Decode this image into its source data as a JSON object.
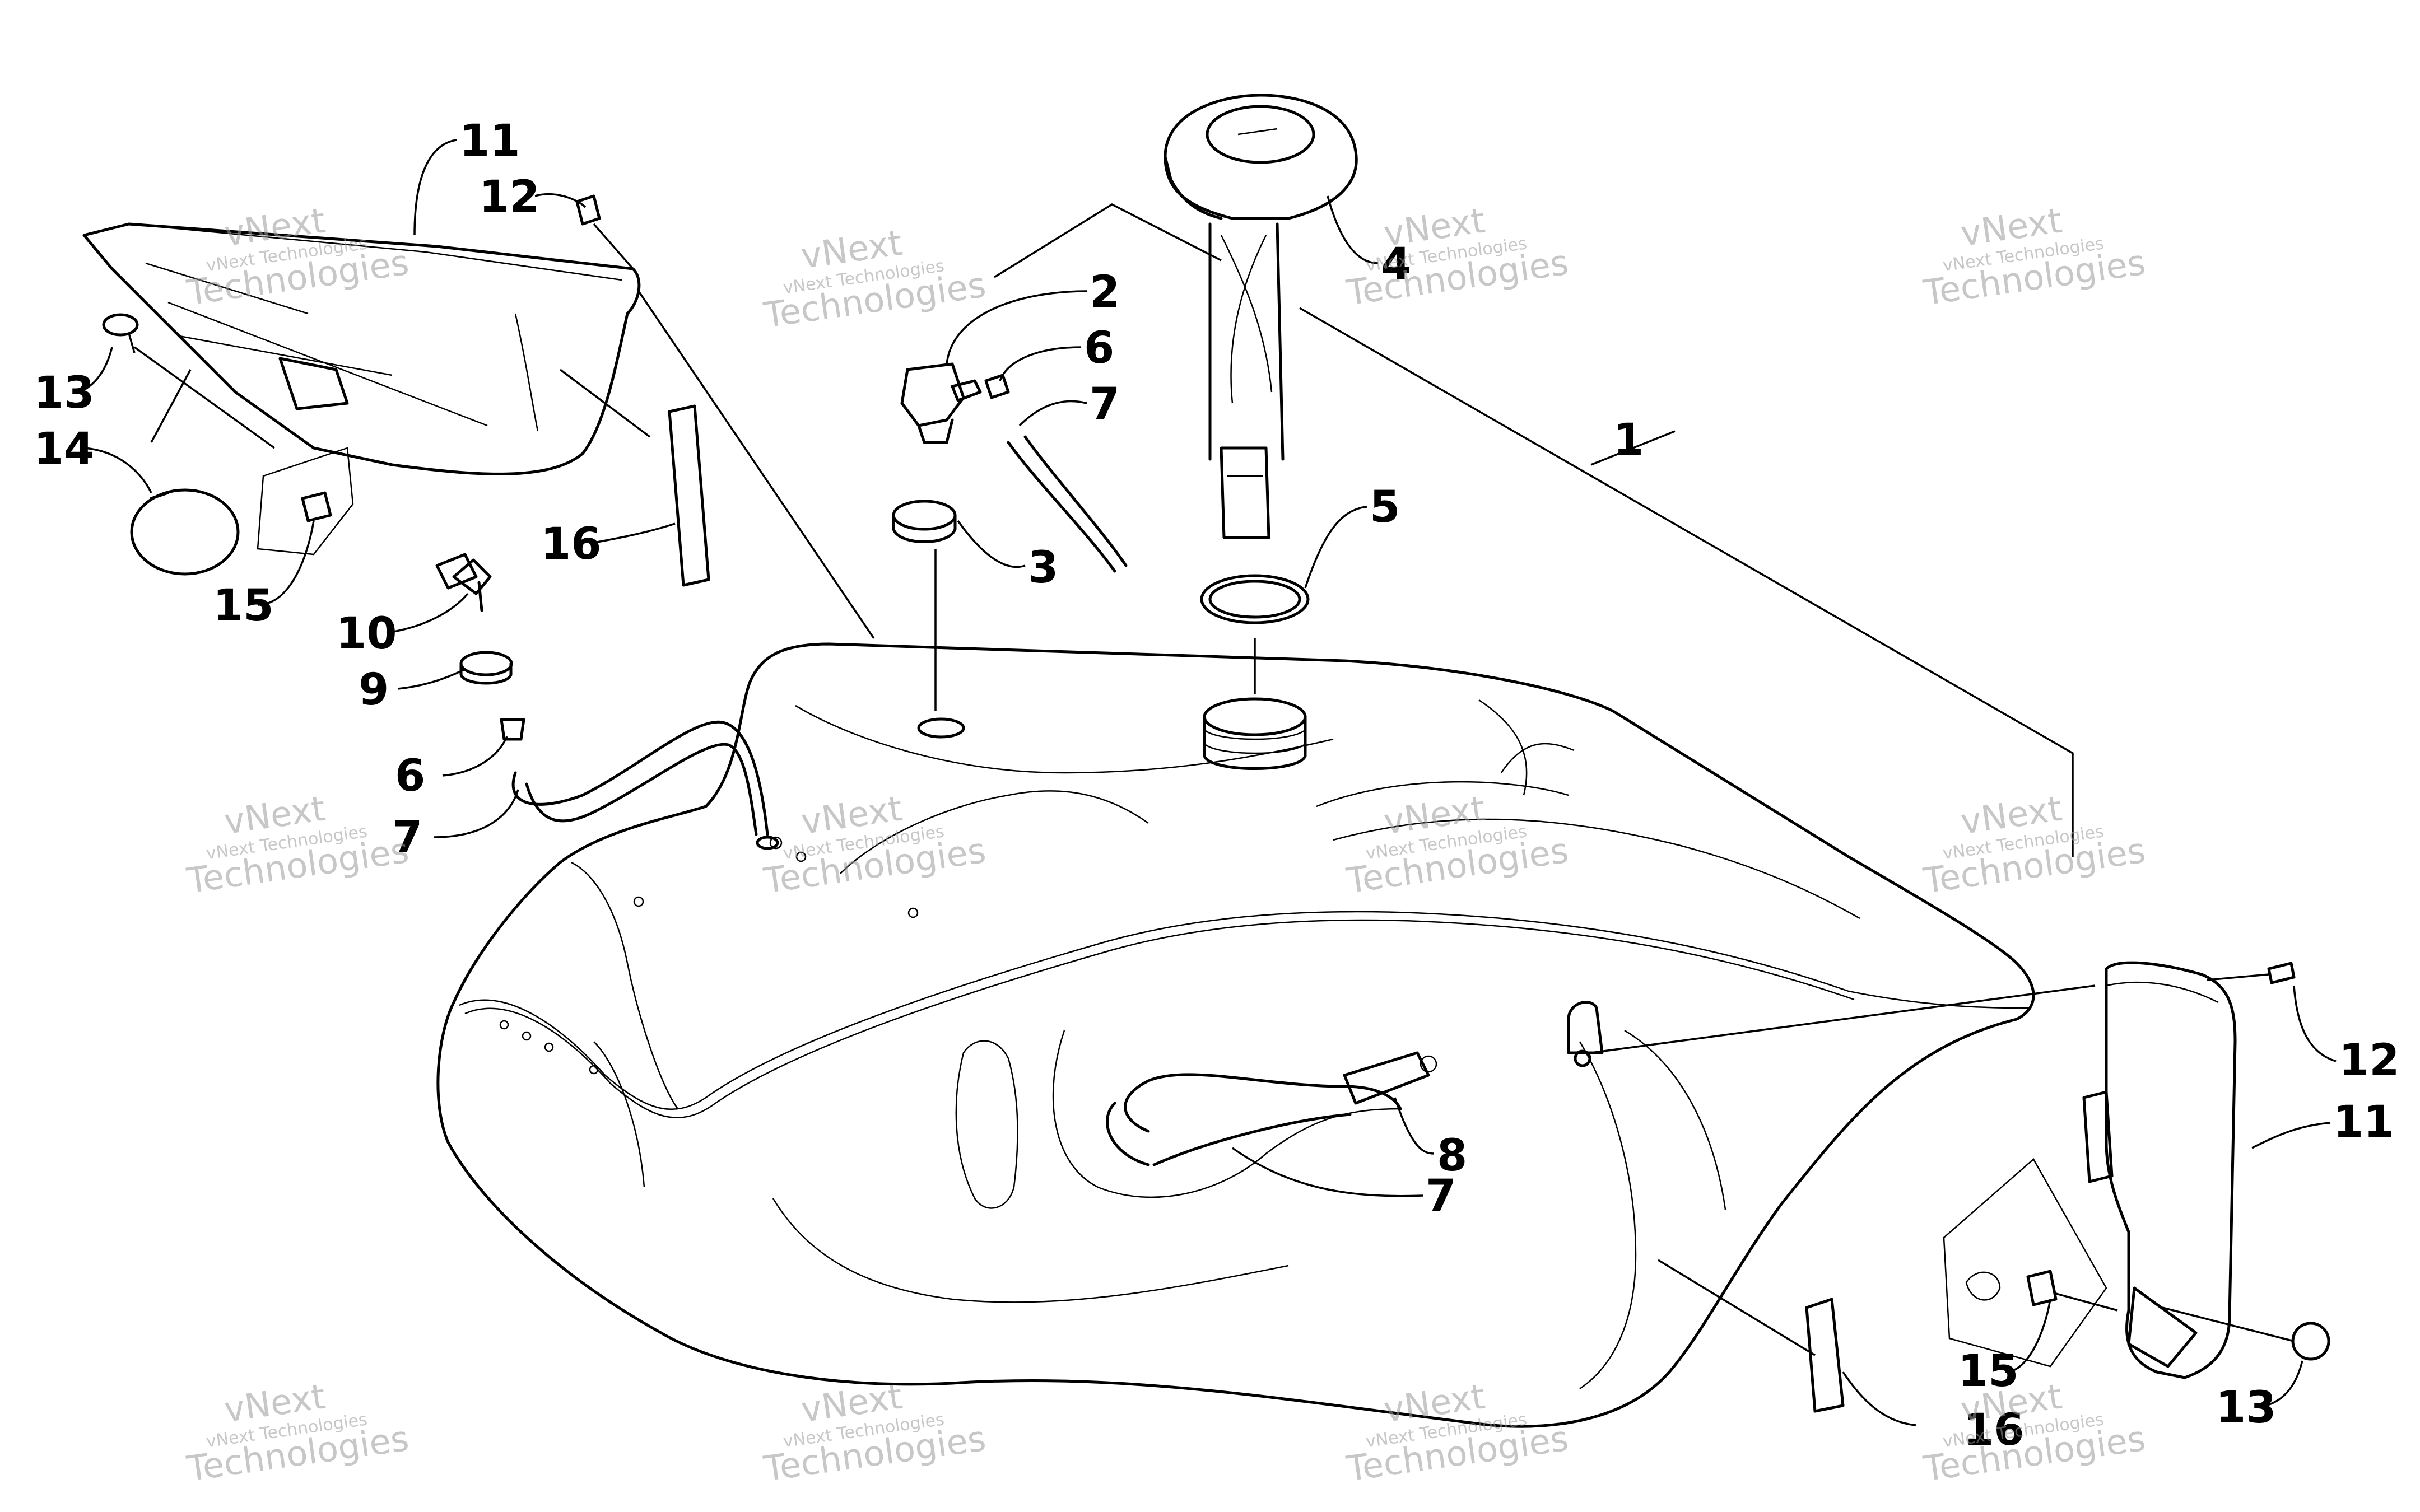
{
  "callouts": [
    {
      "id": "c1",
      "label": "1"
    },
    {
      "id": "c2",
      "label": "2"
    },
    {
      "id": "c3",
      "label": "3"
    },
    {
      "id": "c4",
      "label": "4"
    },
    {
      "id": "c5",
      "label": "5"
    },
    {
      "id": "c6a",
      "label": "6"
    },
    {
      "id": "c6b",
      "label": "6"
    },
    {
      "id": "c7a",
      "label": "7"
    },
    {
      "id": "c7b",
      "label": "7"
    },
    {
      "id": "c7c",
      "label": "7"
    },
    {
      "id": "c8",
      "label": "8"
    },
    {
      "id": "c9",
      "label": "9"
    },
    {
      "id": "c10",
      "label": "10"
    },
    {
      "id": "c11a",
      "label": "11"
    },
    {
      "id": "c11b",
      "label": "11"
    },
    {
      "id": "c12a",
      "label": "12"
    },
    {
      "id": "c12b",
      "label": "12"
    },
    {
      "id": "c13a",
      "label": "13"
    },
    {
      "id": "c13b",
      "label": "13"
    },
    {
      "id": "c14",
      "label": "14"
    },
    {
      "id": "c15a",
      "label": "15"
    },
    {
      "id": "c15b",
      "label": "15"
    },
    {
      "id": "c16a",
      "label": "16"
    },
    {
      "id": "c16b",
      "label": "16"
    }
  ],
  "watermark": {
    "line_small": "vNext Technologies",
    "line_big_1": "vNext",
    "line_big_2": "Technologies"
  }
}
